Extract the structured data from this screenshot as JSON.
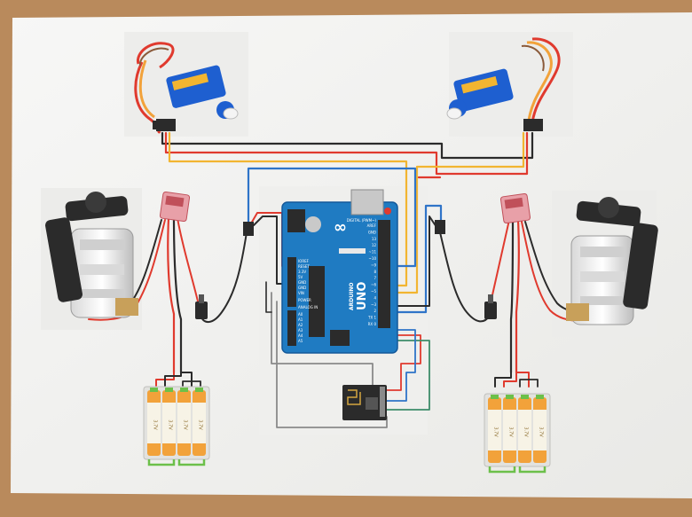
{
  "board": {
    "brand_logo": "∞",
    "model": "UNO",
    "brand": "ARDUINO",
    "power_label": "POWER",
    "analog_label": "ANALOG IN",
    "digital_label": "DIGITAL (PWM~)",
    "reset_label": "RESET",
    "ioref_label": "IOREF",
    "pin_3v3": "3.3V",
    "pin_5v": "5V",
    "pin_gnd": "GND",
    "pin_vin": "VIN",
    "analog_pins": [
      "A0",
      "A1",
      "A2",
      "A3",
      "A4",
      "A5"
    ],
    "digital_pins": [
      "AREF",
      "GND",
      "13",
      "12",
      "~11",
      "~10",
      "~9",
      "8",
      "7",
      "~6",
      "~5",
      "4",
      "~3",
      "2",
      "TX 1",
      "RX 0"
    ]
  },
  "batteries": {
    "cell_label": "3.7V",
    "left_cells": 4,
    "right_cells": 4
  },
  "colors": {
    "paper": "#f4f4f2",
    "table": "#b98a5c",
    "wire_red": "#e03a2e",
    "wire_black": "#2b2b2b",
    "wire_yellow": "#f2b531",
    "wire_blue": "#2f74c8",
    "wire_gray": "#8a8a8a",
    "wire_green": "#3d8c6a",
    "arduino": "#1f7bc2",
    "servo": "#1e5fd0",
    "battery_green": "#6cc04a",
    "battery_orange": "#f2a23a"
  },
  "icons": {
    "servo_left": "servo-motor-icon",
    "servo_right": "servo-motor-icon",
    "motor_left": "dc-motor-icon",
    "motor_right": "dc-motor-icon",
    "esc_left": "esc-module-icon",
    "esc_right": "esc-module-icon",
    "radio": "rf-module-icon"
  }
}
